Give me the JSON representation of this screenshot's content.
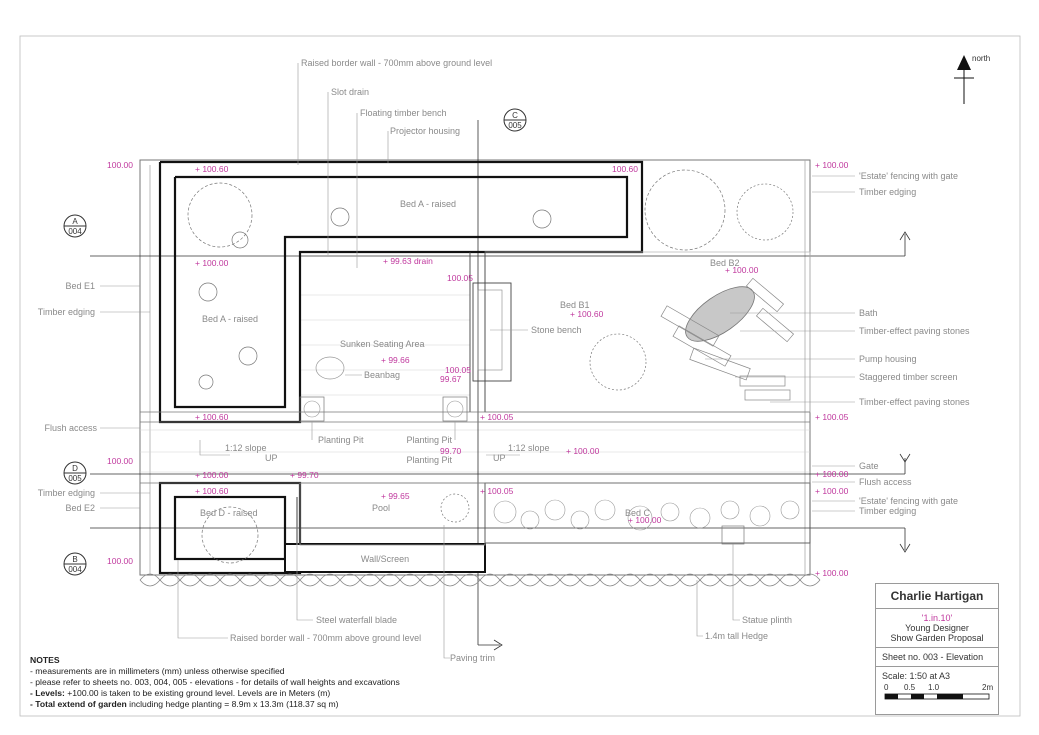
{
  "north": {
    "label": "north",
    "icon": "north-arrow-icon"
  },
  "labels": {
    "raised_wall_top": "Raised border wall - 700mm above ground level",
    "slot_drain": "Slot drain",
    "floating_bench": "Floating timber  bench",
    "projector": "Projector housing",
    "estate_fence_top": "'Estate' fencing with gate",
    "timber_edging_tr": "Timber edging",
    "bed_e1": "Bed E1",
    "timber_edging_l1": "Timber edging",
    "stone_bench": "Stone bench",
    "bath": "Bath",
    "timber_paving_1": "Timber-effect  paving stones",
    "beanbag": "Beanbag",
    "pump": "Pump housing",
    "staggered": "Staggered timber screen",
    "timber_paving_2": "Timber-effect  paving stones",
    "flush_access_l": "Flush access",
    "planting_pit_1": "Planting Pit",
    "planting_pit_2": "Planting Pit",
    "planting_pit_3": "Planting Pit",
    "slope_1": "1:12 slope",
    "up_1": "UP",
    "slope_2": "1:12 slope",
    "up_2": "UP",
    "gate": "Gate",
    "flush_access_r": "Flush access",
    "timber_edging_l2": "Timber edging",
    "estate_fence_bot": "'Estate' fencing with gate",
    "bed_e2": "Bed E2",
    "timber_edging_r2": "Timber edging",
    "pool": "Pool",
    "wall_screen": "Wall/Screen",
    "steel_blade": "Steel waterfall blade",
    "statue": "Statue plinth",
    "raised_wall_bot": "Raised border wall - 700mm above ground level",
    "hedge": "1.4m tall Hedge",
    "paving_trim": "Paving trim"
  },
  "beds": {
    "bed_a_top": "Bed A - raised",
    "bed_a_left": "Bed A - raised",
    "bed_b1": "Bed B1",
    "bed_b2": "Bed B2",
    "sunken": "Sunken Seating Area",
    "bed_d": "Bed D - raised",
    "bed_c": "Bed C"
  },
  "levels": {
    "l_tl": "100.00",
    "l_1": "+ 100.60",
    "l_2": "100.60",
    "l_3": "+ 100.00",
    "l_drain": "+ 99.63 drain",
    "l_4": "100.05",
    "l_5": "+ 100.00",
    "l_tr": "+ 100.00",
    "l_6": "+ 99.66",
    "l_7": "100.05",
    "l_8": "99.67",
    "l_9": "+ 100.60",
    "l_10": "+ 100.05",
    "l_11": "+ 100.05",
    "l_left_mid": "100.00",
    "l_12": "99.70",
    "l_13": "+ 100.00",
    "l_14": "+ 100.00",
    "l_15": "+ 99.70",
    "l_16": "+ 100.00",
    "l_17": "+ 100.60",
    "l_18": "+ 99.65",
    "l_19": "+ 100.05",
    "l_20": "+ 100.00",
    "l_21": "+ 100.00",
    "l_left_bot": "100.00",
    "l_22": "+ 100.00"
  },
  "sections": {
    "a_top": "A",
    "a_bot": "004",
    "b_top": "B",
    "b_bot": "004",
    "c_top": "C",
    "c_bot": "005",
    "d_top": "D",
    "d_bot": "005"
  },
  "notes": {
    "heading": "NOTES",
    "n1": "- measurements are in millimeters (mm) unless otherwise specified",
    "n2": "- please refer to sheets no. 003, 004, 005 - elevations - for details of wall heights and excavations",
    "n3_bold": "- Levels:",
    "n3": " +100.00 is taken to be existing ground level. Levels are in Meters (m)",
    "n4_bold": "- Total extend of garden",
    "n4": " including hedge planting = 8.9m x 13.3m (118.37 sq m)"
  },
  "title_block": {
    "name": "Charlie Hartigan",
    "code": "'1.in.10'",
    "line1": "Young Designer",
    "line2": "Show Garden Proposal",
    "sheet": "Sheet no. 003 - Elevation",
    "scale": "Scale: 1:50 at A3",
    "s0": "0",
    "s05": "0.5",
    "s1": "1.0",
    "s2": "2m"
  },
  "colors": {
    "level": "#c0399e",
    "line": "#111111",
    "grey": "#8a8a8a"
  }
}
